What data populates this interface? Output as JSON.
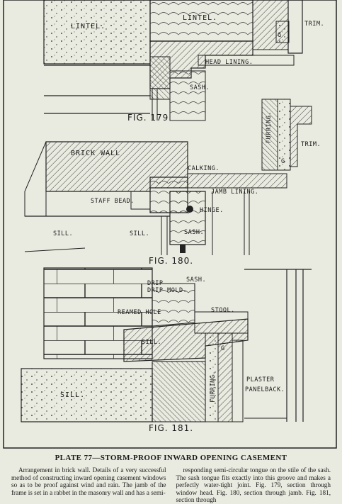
{
  "figures": {
    "fig179": {
      "caption": "FIG. 179",
      "labels": {
        "lintel_left": "LINTEL.",
        "lintel_right": "LINTEL.",
        "trim": "TRIM.",
        "head_lining": "HEAD LINING.",
        "sash": "SASH.",
        "g": "G"
      }
    },
    "fig180": {
      "caption": "FIG. 180.",
      "labels": {
        "brick_wall": "BRICK WALL",
        "calking": "CALKING.",
        "trim": "TRIM.",
        "furring": "FURRING.",
        "jamb_lining": "JAMB LINING.",
        "staff_bead": "STAFF BEAD.",
        "hinge": "HINGE.",
        "sill_1": "SILL.",
        "sill_2": "SILL.",
        "sash": "SASH.",
        "g": "G"
      }
    },
    "fig181": {
      "caption": "FIG. 181.",
      "labels": {
        "drip_mold": "DRIP MOLD.",
        "sash": "SASH.",
        "reamed_hole": "REAMED HOLE",
        "stool": "STOOL.",
        "sill_inner": "SILL.",
        "sill_outer": "SILL.",
        "furring": "FURRING.",
        "plaster": "PLASTER",
        "panelback": "PANELBACK.",
        "g": "G"
      }
    }
  },
  "caption": {
    "title": "PLATE 77—STORM-PROOF INWARD OPENING CASEMENT",
    "col1": "Arrangement in brick wall. Details of a very successful method of constructing inward opening casement windows so as to be proof against wind and rain. The jamb of the frame is set in a rabbet in the masonry wall and has a semi-",
    "col2": "responding semi-circular tongue on the stile of the sash. The sash tongue fits exactly into this groove and makes a perfectly water-tight joint. Fig. 179, section through window head. Fig. 180, section through jamb. Fig. 181, section through"
  }
}
